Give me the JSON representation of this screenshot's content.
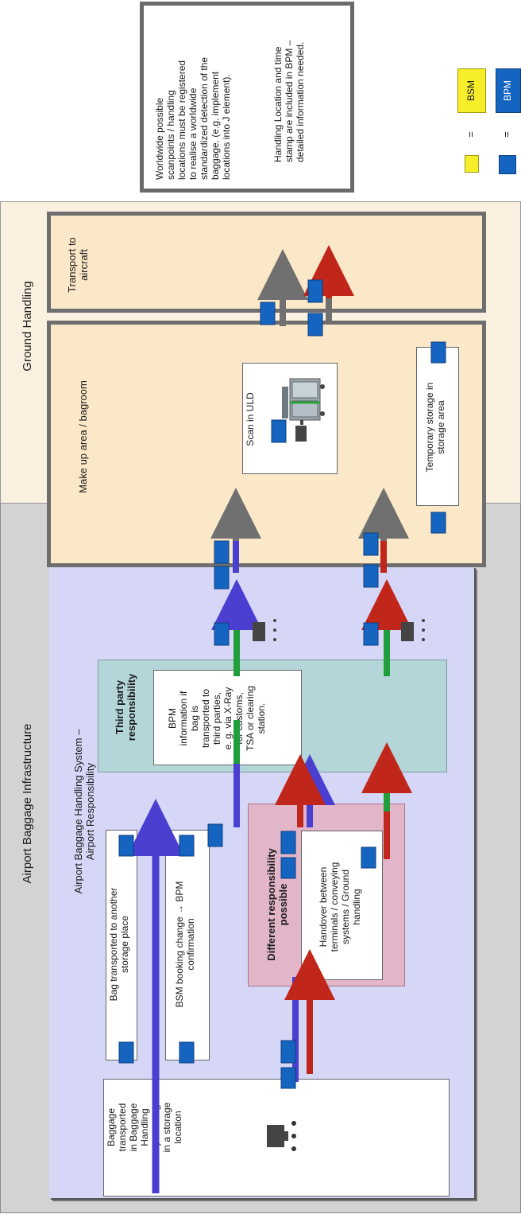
{
  "regions": {
    "airport": "Airport Baggage Infrastructure",
    "ground": "Ground Handling"
  },
  "bhs": {
    "title": "Airport Baggage Handling System –\nAirport Responsibility"
  },
  "makeup": {
    "title": "Make up area / bagroom"
  },
  "transport": {
    "title": "Transport to aircraft"
  },
  "third_party": {
    "title": "Third party\nresponsibility"
  },
  "different_resp": {
    "title": "Different responsibility\npossible"
  },
  "boxes": {
    "baggage_transported": "Baggage\ntransported\nin Baggage\nHandling\nSystem e.g.\nin a storage\nlocation",
    "bag_storage": "Bag transported to another\nstorage place",
    "bsm_booking": "BSM booking change → BPM\nconfirmation",
    "handover": "Handover between\nterminals / conveying\nsystems / Ground\nhandling",
    "bpm_third_party": "BPM\ninformation if\nbag is\ntransported to\nthird parties,\ne. g. via X-Ray\nfor customs,\nTSA or clearing\nstation.",
    "scan_uld": "Scan in ULD",
    "temp_storage": "Temporary storage in\nstorage area"
  },
  "note": {
    "para1": "Worldwide possible\nscanpoints / handling\nlocations must be registered\nto realise a worldwide\nstandardized detection of the\nbaggage. (e.g. implement\nlocations into J element).",
    "para2": "Handling Location and time\nstamp are included in BPM –\ndetailed information needed."
  },
  "legend": {
    "bsm_eq": "=",
    "bsm_label": "BSM",
    "bpm_eq": "=",
    "bpm_label": "BPM"
  },
  "colors": {
    "bpm": "#1565c0",
    "bsm": "#f7ee2a",
    "arrow_blue": "#4a3fd0",
    "arrow_red": "#c0261a",
    "arrow_green": "#1f9e3a",
    "arrow_grey": "#707070"
  },
  "icons": [
    "baggage-conveyor-icon",
    "uld-container-icon"
  ]
}
